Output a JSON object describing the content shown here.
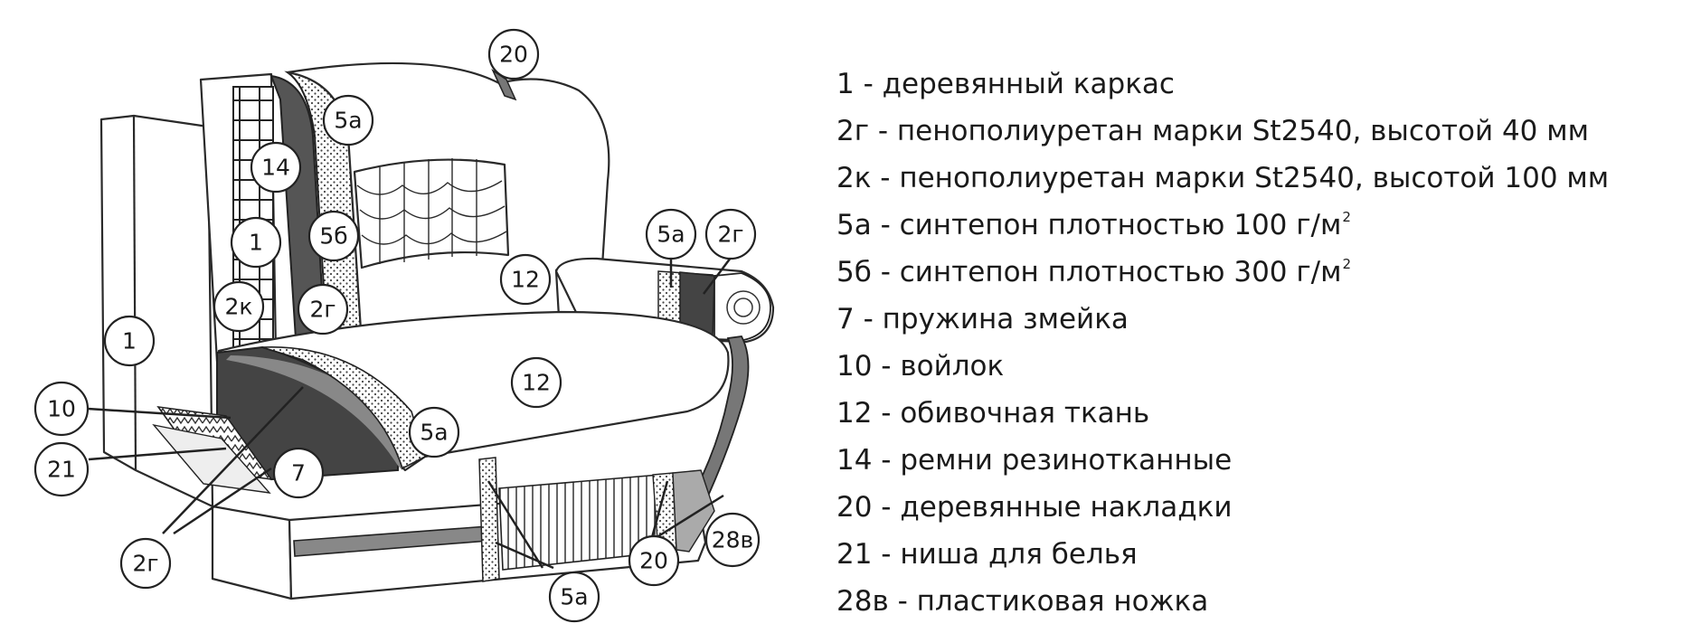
{
  "callouts": [
    {
      "id": "20-top",
      "label": "20"
    },
    {
      "id": "5a-back",
      "label": "5а"
    },
    {
      "id": "14",
      "label": "14"
    },
    {
      "id": "1-back",
      "label": "1"
    },
    {
      "id": "5b",
      "label": "5б"
    },
    {
      "id": "2k",
      "label": "2к"
    },
    {
      "id": "2g-back",
      "label": "2г"
    },
    {
      "id": "12-back",
      "label": "12"
    },
    {
      "id": "5a-arm",
      "label": "5а"
    },
    {
      "id": "2g-arm",
      "label": "2г"
    },
    {
      "id": "1-side",
      "label": "1"
    },
    {
      "id": "12-seat",
      "label": "12"
    },
    {
      "id": "10",
      "label": "10"
    },
    {
      "id": "5a-seat",
      "label": "5а"
    },
    {
      "id": "21",
      "label": "21"
    },
    {
      "id": "7",
      "label": "7"
    },
    {
      "id": "2g-bottom",
      "label": "2г"
    },
    {
      "id": "28v",
      "label": "28в"
    },
    {
      "id": "20-bottom",
      "label": "20"
    },
    {
      "id": "5a-bottom",
      "label": "5а"
    }
  ],
  "legend": [
    {
      "text": "1 -  деревянный каркас",
      "sup": ""
    },
    {
      "text": "2г - пенополиуретан марки St2540, высотой 40 мм",
      "sup": ""
    },
    {
      "text": "2к - пенополиуретан марки St2540, высотой 100 мм",
      "sup": ""
    },
    {
      "text": "5а - синтепон плотностью 100 г/м",
      "sup": "2"
    },
    {
      "text": "5б - синтепон плотностью 300 г/м",
      "sup": "2"
    },
    {
      "text": "7 -  пружина змейка",
      "sup": ""
    },
    {
      "text": "10 - войлок",
      "sup": ""
    },
    {
      "text": "12 - обивочная ткань",
      "sup": ""
    },
    {
      "text": "14 - ремни резинотканные",
      "sup": ""
    },
    {
      "text": "20 - деревянные накладки",
      "sup": ""
    },
    {
      "text": "21 - ниша для белья",
      "sup": ""
    },
    {
      "text": "28в - пластиковая ножка",
      "sup": ""
    }
  ]
}
